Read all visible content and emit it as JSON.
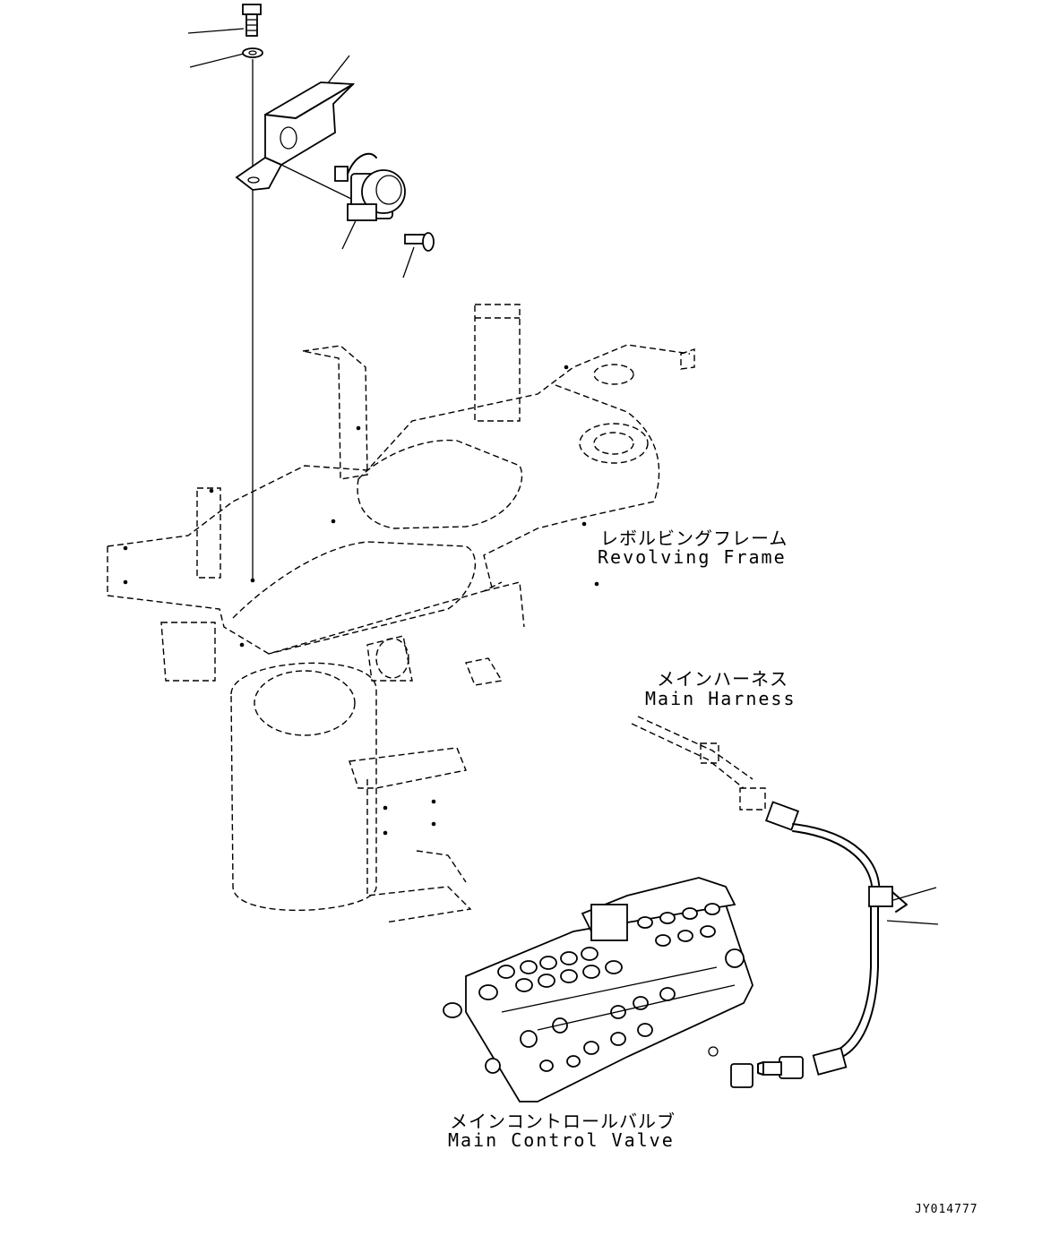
{
  "labels": {
    "revolving_frame_ja": "レボルビングフレーム",
    "revolving_frame_en": "Revolving Frame",
    "main_harness_ja": "メインハーネス",
    "main_harness_en": "Main Harness",
    "main_control_valve_ja": "メインコントロールバルブ",
    "main_control_valve_en": "Main Control Valve",
    "drawing_code": "JY014777"
  }
}
